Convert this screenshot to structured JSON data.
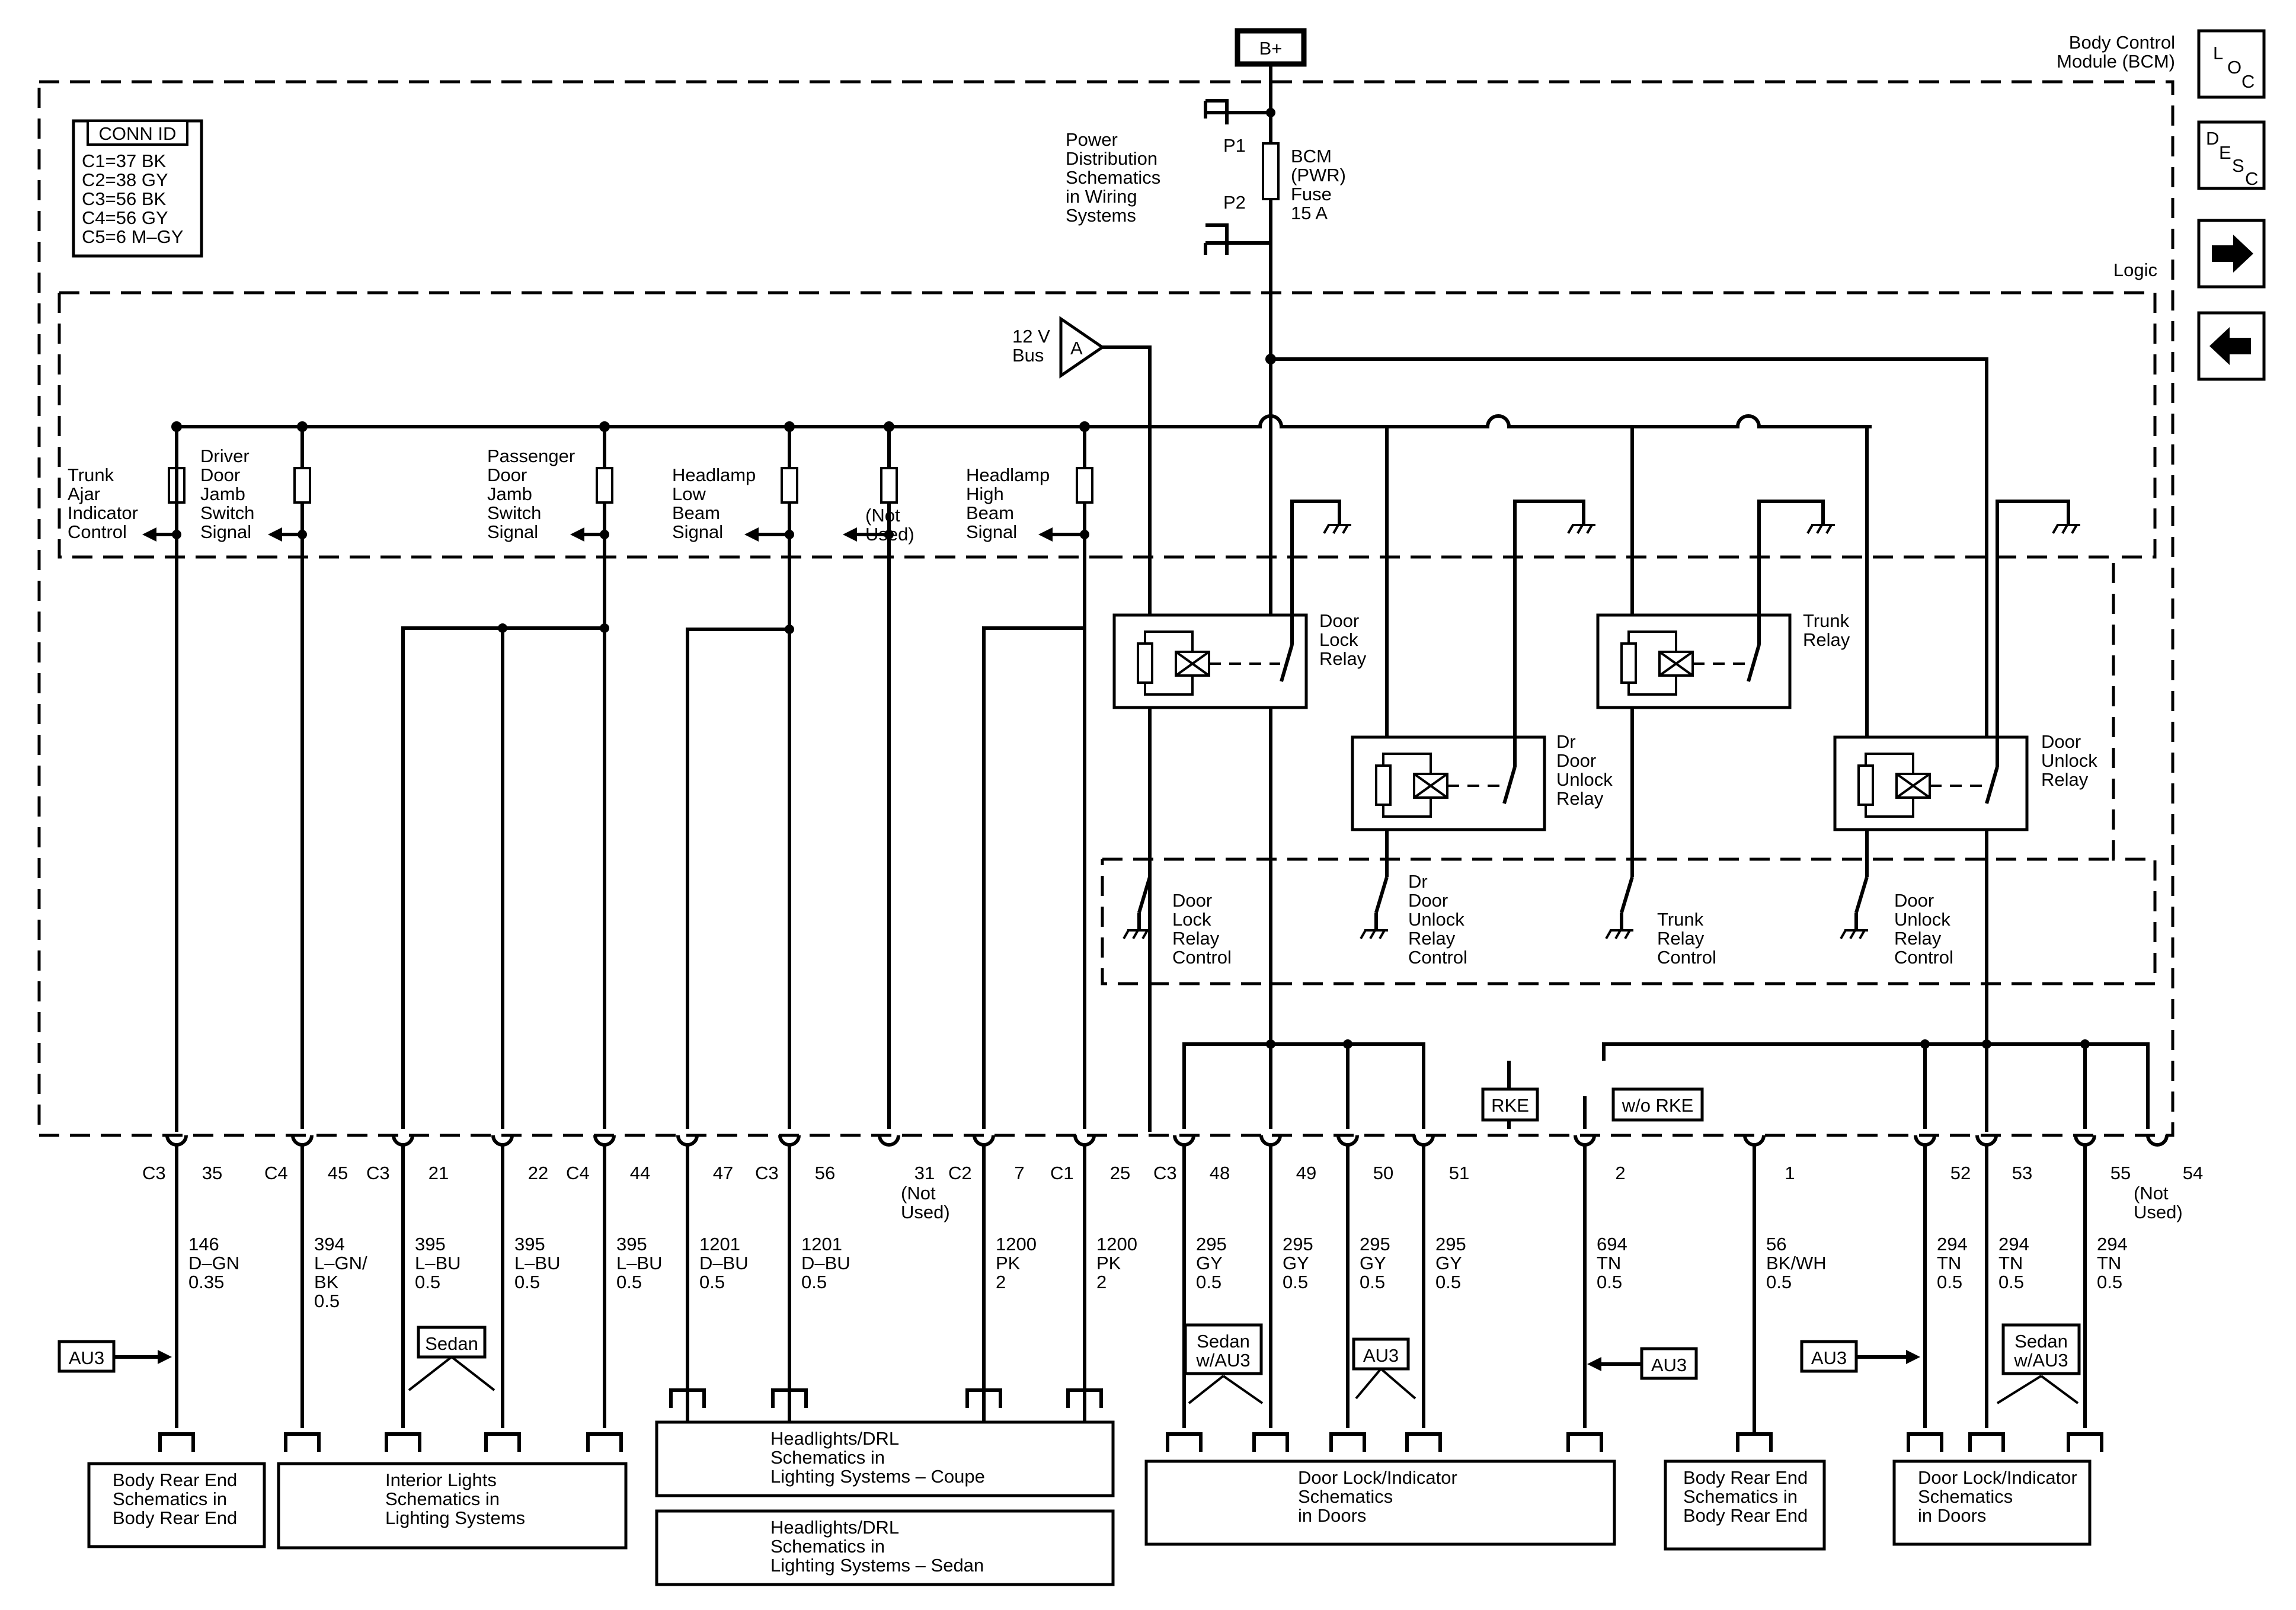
{
  "module": {
    "name": [
      "Body Control",
      "Module (BCM)"
    ],
    "logic_label": "Logic",
    "bplus": "B+"
  },
  "nav": {
    "loc": [
      "L",
      "O",
      "C"
    ],
    "desc": [
      "D",
      "E",
      "S",
      "C"
    ],
    "next_icon": "arrow-right",
    "prev_icon": "arrow-left"
  },
  "conn_id": {
    "title": "CONN ID",
    "lines": [
      "C1=37 BK",
      "C2=38 GY",
      "C3=56 BK",
      "C4=56 GY",
      "C5=6 M–GY"
    ]
  },
  "power": {
    "label": [
      "Power",
      "Distribution",
      "Schematics",
      "in Wiring",
      "Systems"
    ],
    "p1": "P1",
    "p2": "P2",
    "fuse": [
      "BCM",
      "(PWR)",
      "Fuse",
      "15 A"
    ]
  },
  "bus": {
    "label": [
      "12 V",
      "Bus"
    ],
    "symbol": "A"
  },
  "signals": [
    [
      "Trunk",
      "Ajar",
      "Indicator",
      "Control"
    ],
    [
      "Driver",
      "Door",
      "Jamb",
      "Switch",
      "Signal"
    ],
    [
      "Passenger",
      "Door",
      "Jamb",
      "Switch",
      "Signal"
    ],
    [
      "Headlamp",
      "Low",
      "Beam",
      "Signal"
    ],
    [
      "Headlamp",
      "High",
      "Beam",
      "Signal"
    ]
  ],
  "relays": [
    [
      "Door",
      "Lock",
      "Relay"
    ],
    [
      "Trunk",
      "Relay"
    ],
    [
      "Dr",
      "Door",
      "Unlock",
      "Relay"
    ],
    [
      "Door",
      "Unlock",
      "Relay"
    ]
  ],
  "controls": [
    [
      "Door",
      "Lock",
      "Relay",
      "Control"
    ],
    [
      "Dr",
      "Door",
      "Unlock",
      "Relay",
      "Control"
    ],
    [
      "Trunk",
      "Relay",
      "Control"
    ],
    [
      "Door",
      "Unlock",
      "Relay",
      "Control"
    ]
  ],
  "options": {
    "rke": "RKE",
    "wo_rke": "w/o RKE"
  },
  "connectors": [
    "C3",
    "C4",
    "C3",
    "C4",
    "C3",
    "C2",
    "C1",
    "C3"
  ],
  "pins": [
    {
      "pin": "35",
      "wire": [
        "146",
        "D–GN",
        "0.35"
      ]
    },
    {
      "pin": "45",
      "wire": [
        "394",
        "L–GN/",
        "BK",
        "0.5"
      ]
    },
    {
      "pin": "21",
      "wire": [
        "395",
        "L–BU",
        "0.5"
      ]
    },
    {
      "pin": "22",
      "wire": [
        "395",
        "L–BU",
        "0.5"
      ]
    },
    {
      "pin": "44",
      "wire": [
        "395",
        "L–BU",
        "0.5"
      ]
    },
    {
      "pin": "47",
      "wire": [
        "1201",
        "D–BU",
        "0.5"
      ]
    },
    {
      "pin": "56",
      "wire": [
        "1201",
        "D–BU",
        "0.5"
      ]
    },
    {
      "pin": "31",
      "wire": [
        "(Not",
        "Used)"
      ]
    },
    {
      "pin": "7",
      "wire": [
        "1200",
        "PK",
        "2"
      ]
    },
    {
      "pin": "25",
      "wire": [
        "1200",
        "PK",
        "2"
      ]
    },
    {
      "pin": "48",
      "wire": [
        "295",
        "GY",
        "0.5"
      ]
    },
    {
      "pin": "49",
      "wire": [
        "295",
        "GY",
        "0.5"
      ]
    },
    {
      "pin": "50",
      "wire": [
        "295",
        "GY",
        "0.5"
      ]
    },
    {
      "pin": "51",
      "wire": [
        "295",
        "GY",
        "0.5"
      ]
    },
    {
      "pin": "2",
      "wire": [
        "694",
        "TN",
        "0.5"
      ]
    },
    {
      "pin": "1",
      "wire": [
        "56",
        "BK/WH",
        "0.5"
      ]
    },
    {
      "pin": "52",
      "wire": [
        "294",
        "TN",
        "0.5"
      ]
    },
    {
      "pin": "53",
      "wire": [
        "294",
        "TN",
        "0.5"
      ]
    },
    {
      "pin": "55",
      "wire": [
        "294",
        "TN",
        "0.5"
      ]
    },
    {
      "pin": "54",
      "wire": [
        "(Not",
        "Used)"
      ]
    }
  ],
  "tags": {
    "au3": "AU3",
    "sedan": "Sedan",
    "sedan_au3": [
      "Sedan",
      "w/AU3"
    ]
  },
  "destinations": [
    [
      "Body Rear End",
      "Schematics in",
      "Body Rear End"
    ],
    [
      "Interior Lights",
      "Schematics in",
      "Lighting Systems"
    ],
    [
      "Headlights/DRL",
      "Schematics in",
      "Lighting Systems – Coupe"
    ],
    [
      "Headlights/DRL",
      "Schematics in",
      "Lighting Systems – Sedan"
    ],
    [
      "Door Lock/Indicator",
      "Schematics",
      "in Doors"
    ],
    [
      "Body Rear End",
      "Schematics in",
      "Body Rear End"
    ],
    [
      "Door Lock/Indicator",
      "Schematics",
      "in Doors"
    ]
  ]
}
